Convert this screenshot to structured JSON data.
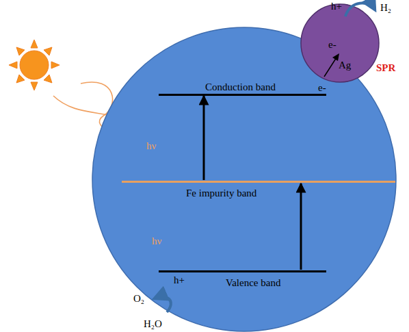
{
  "diagram": {
    "nodes": [
      {
        "text": [
          "Conduction band"
        ]
      },
      {
        "text": [
          "Fe impurity band"
        ]
      },
      {
        "text": [
          "Valence band"
        ]
      },
      {
        "text": [
          "e-",
          "Ag",
          "SPR"
        ]
      }
    ],
    "edges": [
      {
        "from": 1,
        "to": 0,
        "arrow": "to"
      },
      {
        "from": 2,
        "to": 1,
        "arrow": "to"
      }
    ],
    "labels": [
      "hν",
      "hν",
      "e-",
      "h+",
      "h+",
      "H₂",
      "O₂",
      "H₂O"
    ]
  }
}
